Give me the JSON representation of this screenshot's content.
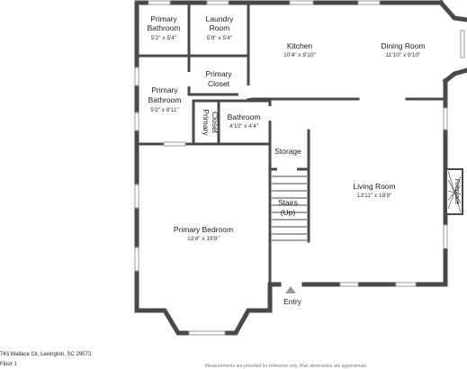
{
  "rooms": {
    "primary_bathroom_top": {
      "name_line1": "Primary",
      "name_line2": "Bathroom",
      "dims": "5'2\" x 5'4\""
    },
    "laundry_room": {
      "name_line1": "Laundry",
      "name_line2": "Room",
      "dims": "5'8\" x 5'4\""
    },
    "kitchen": {
      "name": "Kitchen",
      "dims": "10'4\" x 9'10\""
    },
    "dining_room": {
      "name": "Dining Room",
      "dims": "11'10\" x 9'10\""
    },
    "primary_closet_upper": {
      "name_line1": "Primary",
      "name_line2": "Closet"
    },
    "primary_bathroom_mid": {
      "name_line1": "Primary",
      "name_line2": "Bathroom",
      "dims": "5'2\" x 8'11\""
    },
    "primary_closet_narrow": {
      "name_line1": "Primary",
      "name_line2": "Closet"
    },
    "bathroom": {
      "name": "Bathroom",
      "dims": "4'10\" x 4'4\""
    },
    "storage": {
      "name": "Storage"
    },
    "stairs": {
      "name_line1": "Stairs",
      "name_line2": "(Up)"
    },
    "living_room": {
      "name": "Living Room",
      "dims": "13'11\" x 18'8\""
    },
    "fireplace": {
      "name": "Fireplace"
    },
    "primary_bedroom": {
      "name": "Primary Bedroom",
      "dims": "13'4\" x 19'8\""
    },
    "entry": {
      "name": "Entry"
    }
  },
  "footer": {
    "address": "743 Wallace Cir, Lexington, SC 29073",
    "floor": "Floor 1",
    "disclaimer": "Measurements are provided for reference only. Plan dimensions are approximate."
  }
}
